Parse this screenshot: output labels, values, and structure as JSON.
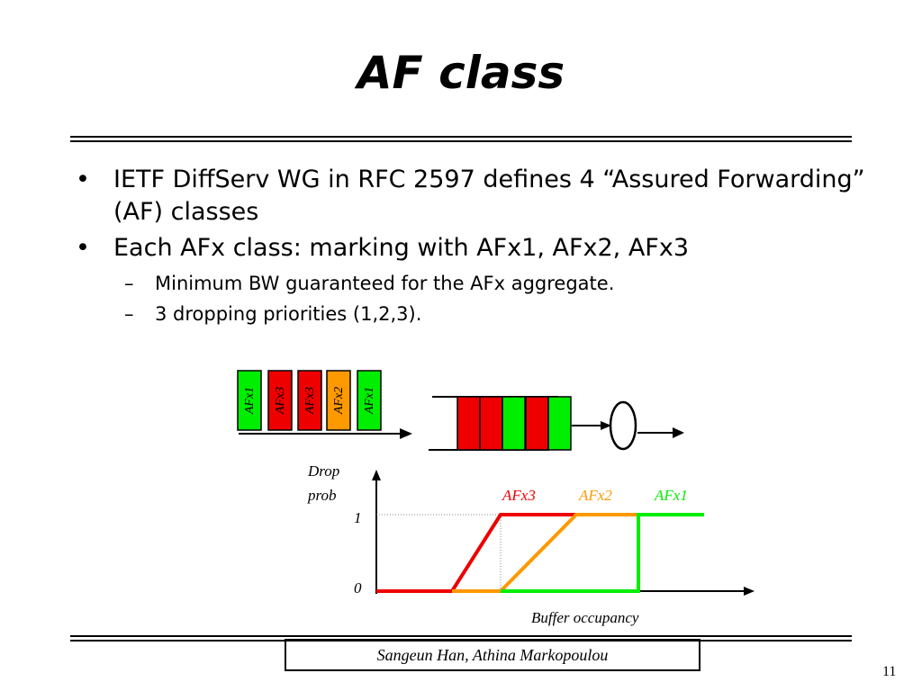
{
  "slide": {
    "title": "AF class",
    "bullets": [
      {
        "text": "IETF DiffServ WG in  RFC 2597 defines 4 “Assured Forwarding” (AF) classes",
        "subitems": []
      },
      {
        "text": "Each AFx class: marking with AFx1, AFx2, AFx3",
        "subitems": [
          "Minimum BW guaranteed for the AFx aggregate.",
          "3 dropping priorities (1,2,3)."
        ]
      }
    ],
    "bullet_symbol": "•",
    "dash_symbol": "–",
    "footer": "Sangeun Han, Athina Markopoulou",
    "page_number": "11"
  },
  "diagram": {
    "packets": [
      {
        "label": "AFx1",
        "color": "#00ee00"
      },
      {
        "label": "AFx3",
        "color": "#ee0000"
      },
      {
        "label": "AFx3",
        "color": "#ee0000"
      },
      {
        "label": "AFx2",
        "color": "#ff9900"
      },
      {
        "label": "AFx1",
        "color": "#00ee00"
      }
    ],
    "queue_colors": [
      "#ee0000",
      "#ee0000",
      "#00ee00",
      "#ee0000",
      "#00ee00"
    ]
  },
  "chart_data": {
    "type": "line",
    "ylabel_line1": "Drop",
    "ylabel_line2": "prob",
    "xlabel": "Buffer occupancy",
    "y_tick_labels": [
      "0",
      "1"
    ],
    "series": [
      {
        "name": "AFx3",
        "color": "#ee0000"
      },
      {
        "name": "AFx2",
        "color": "#ff9900"
      },
      {
        "name": "AFx1",
        "color": "#00ee00"
      }
    ]
  }
}
